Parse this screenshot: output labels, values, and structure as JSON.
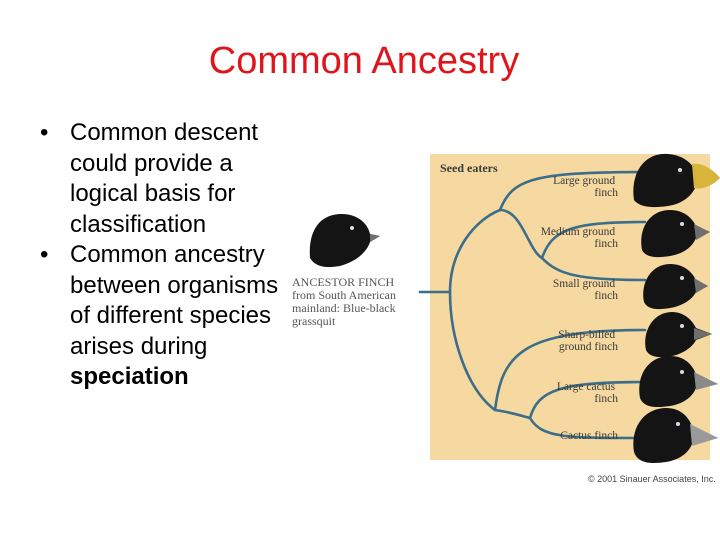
{
  "slide": {
    "title": "Common Ancestry",
    "bullets": [
      {
        "parts": [
          "Common descent could provide a logical basis for classification"
        ]
      },
      {
        "parts": [
          "Common ancestry between organisms of different species arises during ",
          "speciation"
        ]
      }
    ],
    "bullet_glyph": "•"
  },
  "diagram": {
    "group_label": "Seed eaters",
    "ancestor_label": [
      "ANCESTOR FINCH",
      "from South American",
      "mainland: Blue-black",
      "grassquit"
    ],
    "leaves": [
      {
        "lines": [
          "Large ground",
          "finch"
        ]
      },
      {
        "lines": [
          "Medium ground",
          "finch"
        ]
      },
      {
        "lines": [
          "Small ground",
          "finch"
        ]
      },
      {
        "lines": [
          "Sharp-billed",
          "ground finch"
        ]
      },
      {
        "lines": [
          "Large cactus",
          "finch"
        ]
      },
      {
        "lines": [
          "Cactus finch"
        ]
      }
    ],
    "copyright": "© 2001 Sinauer Associates, Inc.",
    "colors": {
      "panel": "#f6d9a0",
      "branch": "#3b6e8a",
      "finch": "#141414",
      "beak_yellow": "#d9b43a",
      "beak_grey": "#6f6f6f"
    }
  }
}
